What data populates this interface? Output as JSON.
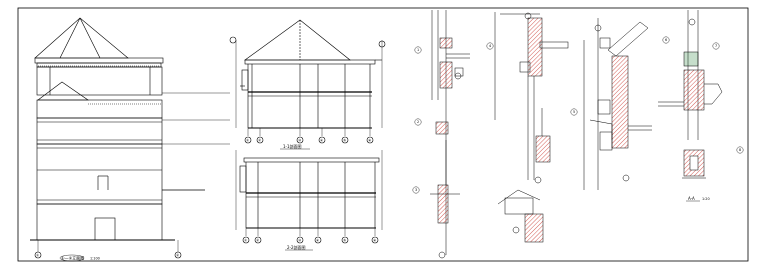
{
  "drawings": {
    "elevation": {
      "title": "①—②立面图",
      "scale": "1:100",
      "axes": [
        "①",
        "②"
      ]
    },
    "section_1": {
      "title": "1-1剖面图",
      "axes": [
        "①",
        "②",
        "③",
        "④",
        "⑤",
        "⑥"
      ]
    },
    "section_2": {
      "title": "2-2剖面图",
      "axes": [
        "①",
        "②",
        "③",
        "④",
        "⑤",
        "⑥"
      ]
    },
    "detail_section": {
      "title": "A-A",
      "scale": "1:20"
    },
    "detail_markers": [
      "1",
      "2",
      "3",
      "4",
      "5",
      "6",
      "7",
      "8"
    ]
  },
  "colors": {
    "line": "#000000",
    "hatch": "#c8342c",
    "accent": "#1a7d2e",
    "background": "#ffffff"
  }
}
